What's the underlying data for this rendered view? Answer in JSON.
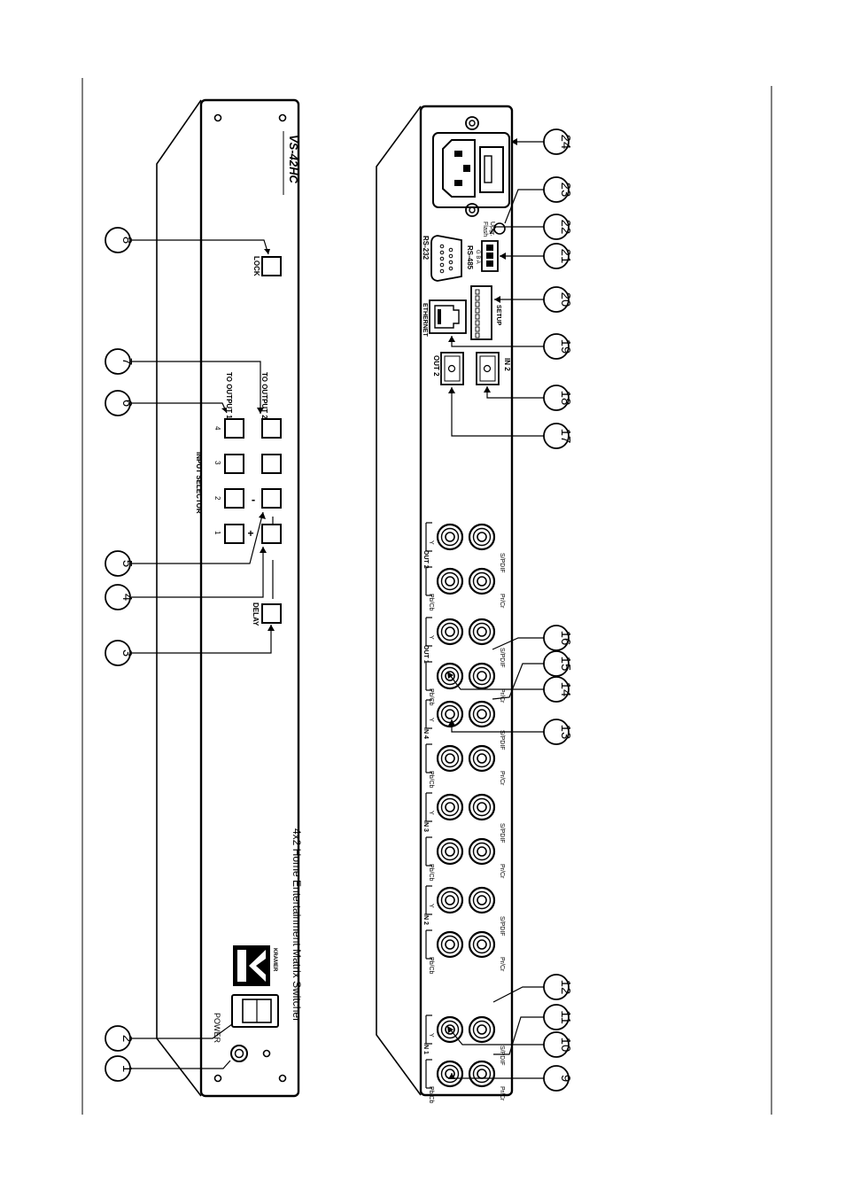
{
  "front_panel": {
    "model": "VS-42HC",
    "product_line": "4x2 Home Entertainment Matrix Switcher",
    "logo_text": "KRAMER",
    "labels": {
      "power": "POWER",
      "delay": "DELAY",
      "plus": "+",
      "minus": "-",
      "input_selector": "INPUT SELECTOR",
      "to_output_1": "TO OUTPUT 1",
      "to_output_2": "TO OUTPUT 2",
      "lock": "LOCK"
    },
    "input_numbers": [
      "1",
      "2",
      "3",
      "4"
    ]
  },
  "rear_panel": {
    "groups": [
      {
        "label": "IN 1",
        "top": [
          "Pb/Cb",
          "Y"
        ],
        "bottom": [
          "Pr/Cr",
          "S/PDIF"
        ]
      },
      {
        "label": "IN 2",
        "top": [
          "Pb/Cb",
          "Y"
        ],
        "bottom": [
          "Pr/Cr",
          "S/PDIF"
        ]
      },
      {
        "label": "IN 3",
        "top": [
          "Pb/Cb",
          "Y"
        ],
        "bottom": [
          "Pr/Cr",
          "S/PDIF"
        ]
      },
      {
        "label": "IN 4",
        "top": [
          "Pb/Cb",
          "Y"
        ],
        "bottom": [
          "Pr/Cr",
          "S/PDIF"
        ]
      },
      {
        "label": "OUT 1",
        "top": [
          "Pb/Cb",
          "Y"
        ],
        "bottom": [
          "Pr/Cr",
          "S/PDIF"
        ]
      },
      {
        "label": "OUT 2",
        "top": [
          "Pb/Cb",
          "Y"
        ],
        "bottom": [
          "Pr/Cr",
          "S/PDIF"
        ]
      }
    ],
    "labels": {
      "out2": "OUT 2",
      "in2": "IN 2",
      "ethernet": "ETHERNET",
      "setup": "SETUP",
      "rs232": "RS-232",
      "rs485": "RS-485",
      "gba": "G B A",
      "flash1": "Flash",
      "flash2": "Upgr."
    }
  },
  "callouts": [
    "1",
    "2",
    "3",
    "4",
    "5",
    "6",
    "7",
    "8",
    "9",
    "10",
    "11",
    "12",
    "13",
    "14",
    "15",
    "16",
    "17",
    "18",
    "19",
    "20",
    "21",
    "22",
    "23",
    "24"
  ]
}
